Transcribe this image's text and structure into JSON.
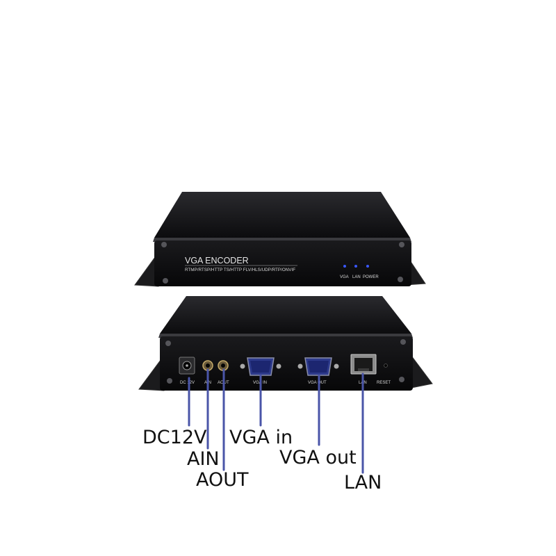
{
  "front_panel": {
    "title": "VGA ENCODER",
    "protocols": "RTMP/RTSP/HTTP TS/HTTP FLV/HLS/UDP/RTP/ONVIF",
    "indicators": [
      "VGA",
      "LAN",
      "POWER"
    ]
  },
  "rear_panel": {
    "ports": [
      "DC 12V",
      "AIN",
      "AOUT",
      "VGA IN",
      "VGA OUT",
      "LAN",
      "RESET"
    ]
  },
  "callouts": {
    "dc12v": "DC12V",
    "ain": "AIN",
    "aout": "AOUT",
    "vga_in": "VGA in",
    "vga_out": "VGA out",
    "lan": "LAN"
  },
  "colors": {
    "device_body": "#101012",
    "callout_line": "#4a55a8",
    "led": "#3a58ff"
  }
}
